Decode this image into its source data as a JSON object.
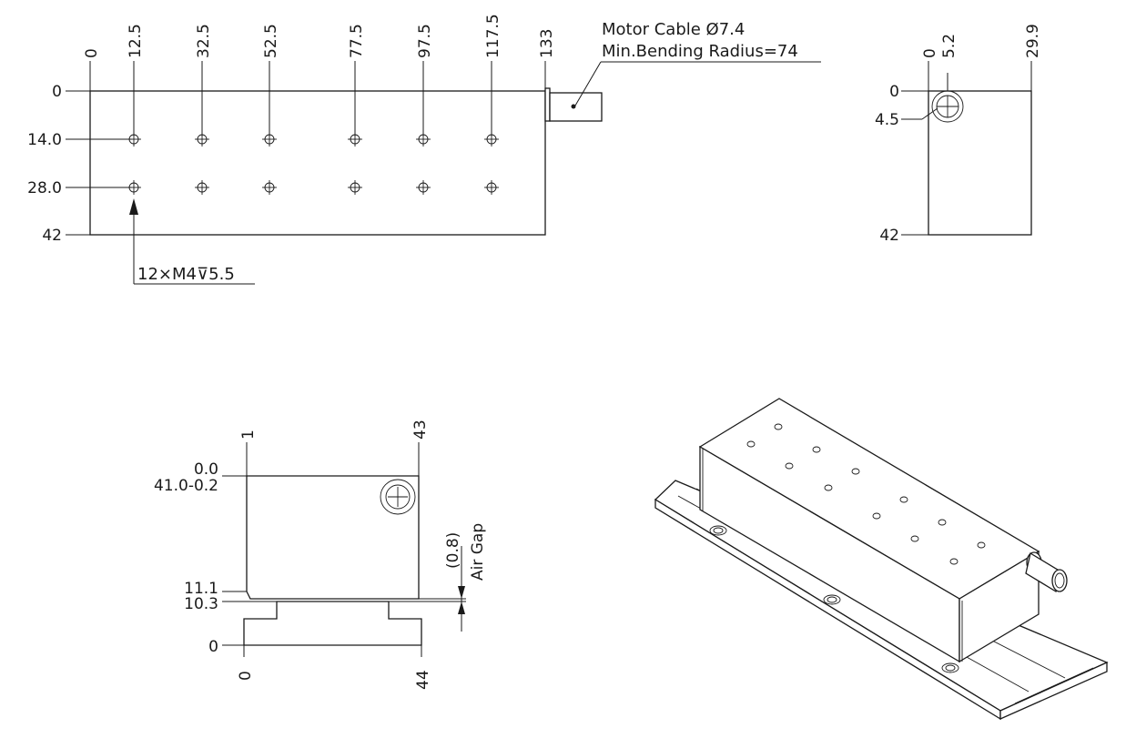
{
  "top_view": {
    "x_dims": [
      "0",
      "12.5",
      "32.5",
      "52.5",
      "77.5",
      "97.5",
      "117.5",
      "133"
    ],
    "y_dims": [
      "0",
      "14.0",
      "28.0",
      "42"
    ],
    "cable_note": {
      "line1": "Motor Cable Ø7.4",
      "line2": "Min.Bending Radius=74"
    },
    "hole_callout": "12×M4⊽5.5"
  },
  "side_view": {
    "x_dims": [
      "0",
      "5.2",
      "29.9"
    ],
    "y_dims": [
      "0",
      "4.5",
      "42"
    ]
  },
  "end_view": {
    "x_dims_top": [
      "1",
      "43"
    ],
    "y_dims": [
      "0.0",
      "41.0-0.2",
      "11.1",
      "10.3",
      "0"
    ],
    "x_dims_bottom": [
      "0",
      "44"
    ],
    "air_gap": {
      "value": "(0.8)",
      "label": "Air Gap"
    }
  }
}
